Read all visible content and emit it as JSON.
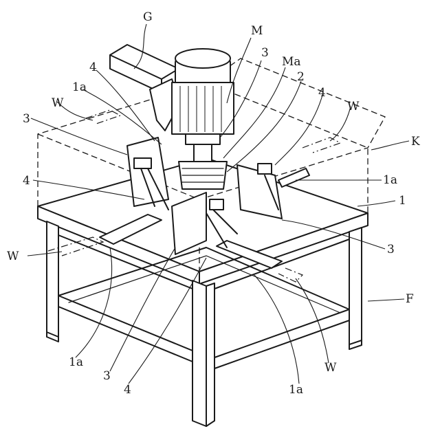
{
  "labels": {
    "G": "G",
    "M": "M",
    "Ma": "Ma",
    "K": "K",
    "F": "F",
    "n1": "1",
    "n2": "2",
    "n3a": "3",
    "n3b": "3",
    "n3c": "3",
    "n3d": "3",
    "n4a": "4",
    "n4b": "4",
    "n4c": "4",
    "n4d": "4",
    "n1a_a": "1a",
    "n1a_b": "1a",
    "n1a_c": "1a",
    "n1a_d": "1a",
    "Wa": "W",
    "Wb": "W",
    "Wc": "W",
    "Wd": "W"
  }
}
